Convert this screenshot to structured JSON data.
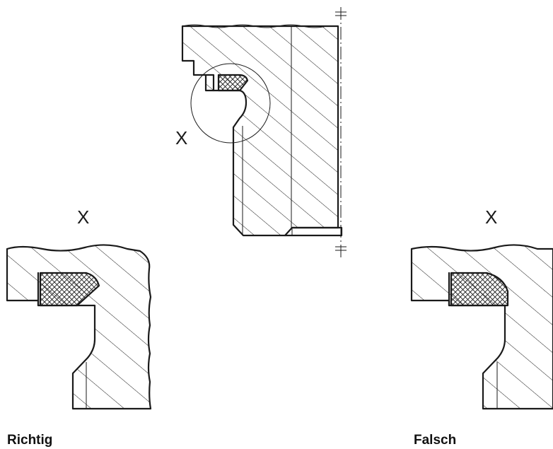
{
  "labels": {
    "detail_mark_main": "X",
    "detail_mark_left": "X",
    "detail_mark_right": "X",
    "caption_correct": "Richtig",
    "caption_wrong": "Falsch"
  },
  "colors": {
    "ink": "#1a1a1a",
    "background": "#ffffff"
  }
}
